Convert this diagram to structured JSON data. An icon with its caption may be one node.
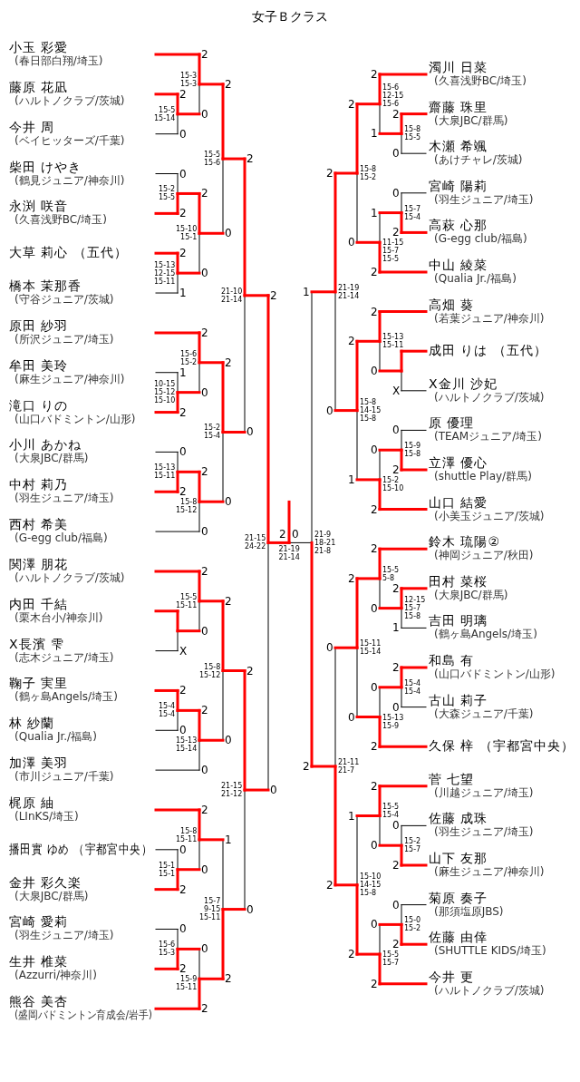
{
  "diagram": {
    "title": "女子Ｂクラス",
    "nodes": [
      {
        "text": [
          "小玉 彩愛",
          "(春日部白翔/埼玉)"
        ]
      },
      {
        "text": [
          "藤原 花凪",
          "(ハルトノクラブ/茨城)"
        ]
      },
      {
        "text": [
          "今井 周",
          "(ベイヒッターズ/千葉)"
        ]
      },
      {
        "text": [
          "柴田 けやき",
          "(鶴見ジュニア/神奈川)"
        ]
      },
      {
        "text": [
          "永渕 咲音",
          "(久喜浅野BC/埼玉)"
        ]
      },
      {
        "text": [
          "大草 莉心 （五代）"
        ]
      },
      {
        "text": [
          "橋本 茉那香",
          "(守谷ジュニア/茨城)"
        ]
      },
      {
        "text": [
          "原田 紗羽",
          "(所沢ジュニア/埼玉)"
        ]
      },
      {
        "text": [
          "牟田 美玲",
          "(麻生ジュニア/神奈川)"
        ]
      },
      {
        "text": [
          "滝口 りの",
          "(山口バドミントン/山形)"
        ]
      },
      {
        "text": [
          "小川 あかね",
          "(大泉JBC/群馬)"
        ]
      },
      {
        "text": [
          "中村 莉乃",
          "(羽生ジュニア/埼玉)"
        ]
      },
      {
        "text": [
          "西村 希美",
          "(G-egg club/福島)"
        ]
      },
      {
        "text": [
          "関澤 朋花",
          "(ハルトノクラブ/茨城)"
        ]
      },
      {
        "text": [
          "内田 千結",
          "(栗木台小/神奈川)"
        ]
      },
      {
        "text": [
          "X長濱 雫",
          "(志木ジュニア/埼玉)"
        ]
      },
      {
        "text": [
          "鞠子 実里",
          "(鶴ヶ島Angels/埼玉)"
        ]
      },
      {
        "text": [
          "林 紗蘭",
          "(Qualia Jr./福島)"
        ]
      },
      {
        "text": [
          "加澤 美羽",
          "(市川ジュニア/千葉)"
        ]
      },
      {
        "text": [
          "梶原 紬",
          "(LInKS/埼玉)"
        ]
      },
      {
        "text": [
          "播田實 ゆめ （宇都宮中央）"
        ]
      },
      {
        "text": [
          "金井 彩久楽",
          "(大泉JBC/群馬)"
        ]
      },
      {
        "text": [
          "宮崎 愛莉",
          "(羽生ジュニア/埼玉)"
        ]
      },
      {
        "text": [
          "生井 椎菜",
          "(Azzurri/神奈川)"
        ]
      },
      {
        "text": [
          "熊谷 美杏",
          "(盛岡バドミントン育成会/岩手)"
        ]
      },
      {
        "text": [
          "濁川 日菜",
          "(久喜浅野BC/埼玉)"
        ]
      },
      {
        "text": [
          "齋藤 珠里",
          "(大泉JBC/群馬)"
        ]
      },
      {
        "text": [
          "木瀬 希颯",
          "(あけチャレ/茨城)"
        ]
      },
      {
        "text": [
          "宮崎 陽莉",
          "(羽生ジュニア/埼玉)"
        ]
      },
      {
        "text": [
          "高萩 心那",
          "(G-egg club/福島)"
        ]
      },
      {
        "text": [
          "中山 綾菜",
          "(Qualia Jr./福島)"
        ]
      },
      {
        "text": [
          "高畑 葵",
          "(若葉ジュニア/神奈川)"
        ]
      },
      {
        "text": [
          "成田 りは （五代）"
        ]
      },
      {
        "text": [
          "X金川 沙妃",
          "(ハルトノクラブ/茨城)"
        ]
      },
      {
        "text": [
          "原 優理",
          "(TEAMジュニア/埼玉)"
        ]
      },
      {
        "text": [
          "立澤 優心",
          "(shuttle Play/群馬)"
        ]
      },
      {
        "text": [
          "山口 結愛",
          "(小美玉ジュニア/茨城)"
        ]
      },
      {
        "text": [
          "鈴木 琉陽②",
          "(神岡ジュニア/秋田)"
        ]
      },
      {
        "text": [
          "田村 菜桜",
          "(大泉JBC/群馬)"
        ]
      },
      {
        "text": [
          "吉田 明璃",
          "(鶴ヶ島Angels/埼玉)"
        ]
      },
      {
        "text": [
          "和島 有",
          "(山口バドミントン/山形)"
        ]
      },
      {
        "text": [
          "古山 莉子",
          "(大森ジュニア/千葉)"
        ]
      },
      {
        "text": [
          "久保 梓 （宇都宮中央）"
        ]
      },
      {
        "text": [
          "菅 七望",
          "(川越ジュニア/埼玉)"
        ]
      },
      {
        "text": [
          "佐藤 成珠",
          "(羽生ジュニア/埼玉)"
        ]
      },
      {
        "text": [
          "山下 友那",
          "(麻生ジュニア/神奈川)"
        ]
      },
      {
        "text": [
          "菊原 奏子",
          "(那須塩原JBS)"
        ]
      },
      {
        "text": [
          "佐藤 由倖",
          "(SHUTTLE KIDS/埼玉)"
        ]
      },
      {
        "text": [
          "今井 更",
          "(ハルトノクラブ/茨城)"
        ]
      }
    ],
    "labels": [
      "2",
      "0",
      "15-5 15-14",
      "2",
      "0",
      "15-3 15-3",
      "0",
      "2",
      "15-2 15-5",
      "2",
      "1",
      "15-13 12-15 15-11",
      "2",
      "0",
      "15-10 15-1",
      "2",
      "0",
      "15-5 15-6",
      "1",
      "2",
      "10-15 15-12 15-10",
      "2",
      "0",
      "15-6 15-2",
      "0",
      "2",
      "15-13 15-11",
      "2",
      "0",
      "15-8 15-12",
      "2",
      "0",
      "15-2 15-4",
      "2",
      "0",
      "21-10 21-14",
      "X",
      "2",
      "0",
      "15-5 15-11",
      "2",
      "0",
      "15-4 15-4",
      "2",
      "0",
      "15-13 15-14",
      "2",
      "0",
      "15-8 15-12",
      "0",
      "2",
      "15-1 15-1",
      "2",
      "0",
      "15-8 15-11",
      "0",
      "2",
      "15-6 15-3",
      "0",
      "2",
      "15-9 15-11",
      "1",
      "2",
      "15-7 9-15 15-11",
      "2",
      "0",
      "21-15 21-12",
      "2",
      "0",
      "21-15 24-22",
      "2",
      "0",
      "15-8 15-5",
      "2",
      "1",
      "15-6 12-15 15-6",
      "0",
      "2",
      "15-7 15-4",
      "1",
      "2",
      "11-15 15-7 15-5",
      "2",
      "0",
      "15-8 15-2",
      "X",
      "2",
      "0",
      "15-13 15-11",
      "0",
      "2",
      "15-9 15-8",
      "0",
      "2",
      "15-2 15-10",
      "2",
      "1",
      "15-8 14-15 15-8",
      "2",
      "0",
      "21-19 21-14",
      "2",
      "1",
      "12-15 15-7 15-8",
      "2",
      "0",
      "15-5 5-8",
      "2",
      "0",
      "15-4 15-4",
      "0",
      "2",
      "15-13 15-9",
      "2",
      "0",
      "15-11 15-14",
      "0",
      "2",
      "15-2 15-7",
      "2",
      "0",
      "15-5 15-4",
      "0",
      "2",
      "15-0 15-2",
      "0",
      "2",
      "15-5 15-7",
      "1",
      "2",
      "15-10 14-15 15-8",
      "0",
      "2",
      "21-11 21-7",
      "1",
      "2",
      "21-9 18-21 21-8",
      "2",
      "0",
      "21-19 21-14"
    ]
  }
}
